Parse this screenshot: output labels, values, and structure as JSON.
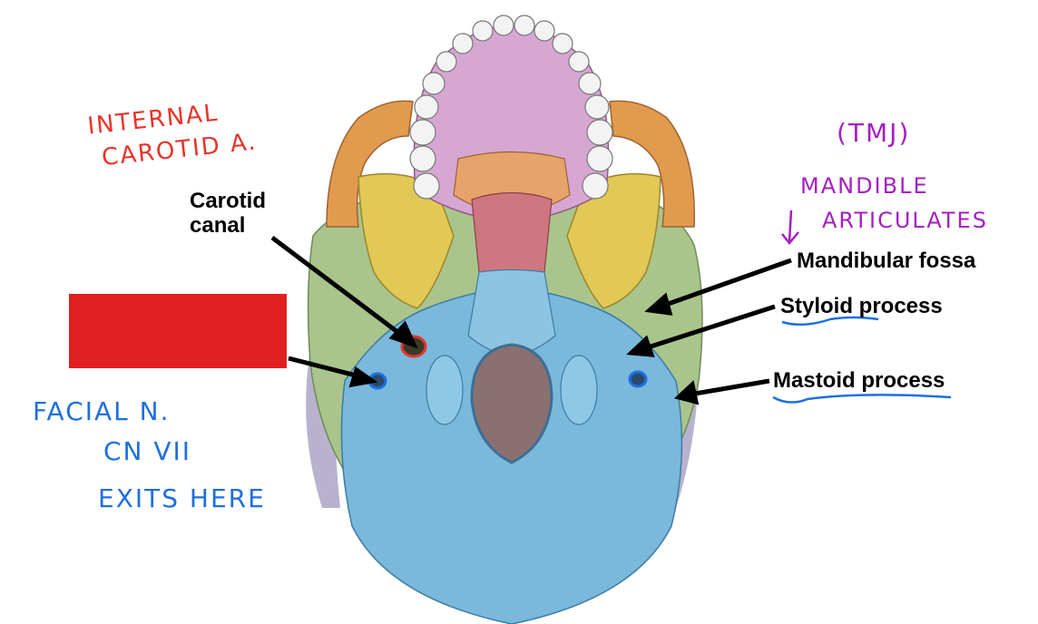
{
  "labels": {
    "carotid_canal": [
      "Carotid",
      "canal"
    ],
    "mandibular_fossa": "Mandibular fossa",
    "styloid_process": "Styloid process",
    "mastoid_process": "Mastoid process"
  },
  "annotations": {
    "internal_carotid": [
      "INTERNAL",
      "CAROTID A."
    ],
    "tmj": "(TMJ)",
    "mandible_articulates": [
      "MANDIBLE",
      "ARTICULATES"
    ],
    "facial_nerve": [
      "FACIAL N.",
      "CN VII",
      "EXITS HERE"
    ]
  },
  "colors": {
    "red_ink": "#e8342a",
    "blue_ink": "#1e6fe0",
    "purple_ink": "#a51fc2",
    "occipital": "#7ab8dc",
    "temporal": "#a9c58c",
    "sphenoid": "#e2c955",
    "zygomatic": "#e29a4f",
    "palatine": "#e7b9c9",
    "redaction": "#e02020"
  }
}
